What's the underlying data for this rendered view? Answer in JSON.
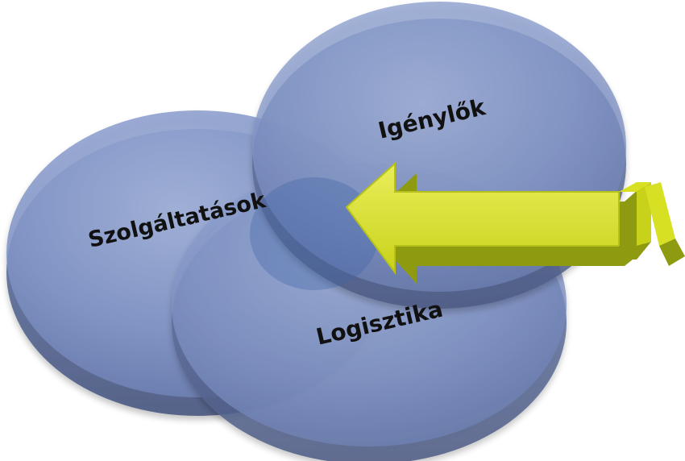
{
  "diagram": {
    "circles": [
      {
        "id": "szolgaltatasok",
        "label": "Szolgáltatások"
      },
      {
        "id": "igenylok",
        "label": "Igénylők"
      },
      {
        "id": "logisztika",
        "label": "Logisztika"
      }
    ],
    "colors": {
      "disc_fill": "#7f93c4",
      "disc_side": "#5a6c9a",
      "arrow_fill": "#d8e024",
      "arrow_side": "#8e9a10"
    },
    "arrow": {
      "direction": "left",
      "target": "Szolgáltatások"
    }
  }
}
